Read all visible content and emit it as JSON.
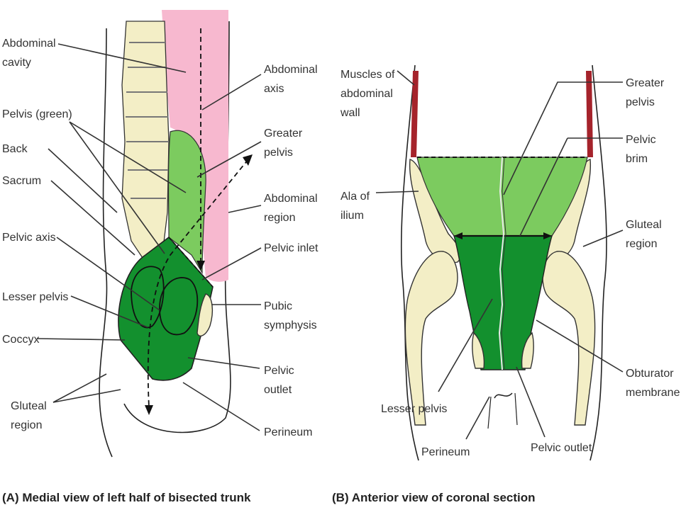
{
  "panel_a": {
    "labels": {
      "abdominal_cavity": [
        "Abdominal",
        "cavity"
      ],
      "pelvis_green": [
        "Pelvis (green)"
      ],
      "back": [
        "Back"
      ],
      "sacrum": [
        "Sacrum"
      ],
      "pelvic_axis": [
        "Pelvic axis"
      ],
      "lesser_pelvis": [
        "Lesser pelvis"
      ],
      "coccyx": [
        "Coccyx"
      ],
      "gluteal_region": [
        "Gluteal",
        "region"
      ],
      "abdominal_axis": [
        "Abdominal",
        "axis"
      ],
      "greater_pelvis": [
        "Greater",
        "pelvis"
      ],
      "abdominal_region": [
        "Abdominal",
        "region"
      ],
      "pelvic_inlet": [
        "Pelvic inlet"
      ],
      "pubic_symphysis": [
        "Pubic",
        "symphysis"
      ],
      "pelvic_outlet": [
        "Pelvic",
        "outlet"
      ],
      "perineum": [
        "Perineum"
      ]
    },
    "caption": "(A) Medial view of left half of bisected trunk"
  },
  "panel_b": {
    "labels": {
      "muscles_abdominal_wall": [
        "Muscles of",
        "abdominal",
        "wall"
      ],
      "ala_of_ilium": [
        "Ala of",
        "ilium"
      ],
      "greater_pelvis": [
        "Greater",
        "pelvis"
      ],
      "pelvic_brim": [
        "Pelvic",
        "brim"
      ],
      "gluteal_region": [
        "Gluteal",
        "region"
      ],
      "obturator_membrane": [
        "Obturator",
        "membrane"
      ],
      "lesser_pelvis": [
        "Lesser pelvis"
      ],
      "perineum": [
        "Perineum"
      ],
      "pelvic_outlet": [
        "Pelvic outlet"
      ]
    },
    "caption": "(B) Anterior view of coronal section"
  },
  "colors": {
    "greater_pelvis_green": "#7ccb5f",
    "lesser_pelvis_green": "#13902e",
    "abdominal_pink": "#f7b8cf",
    "bone": "#f3eec6",
    "muscle": "#a5232b"
  }
}
